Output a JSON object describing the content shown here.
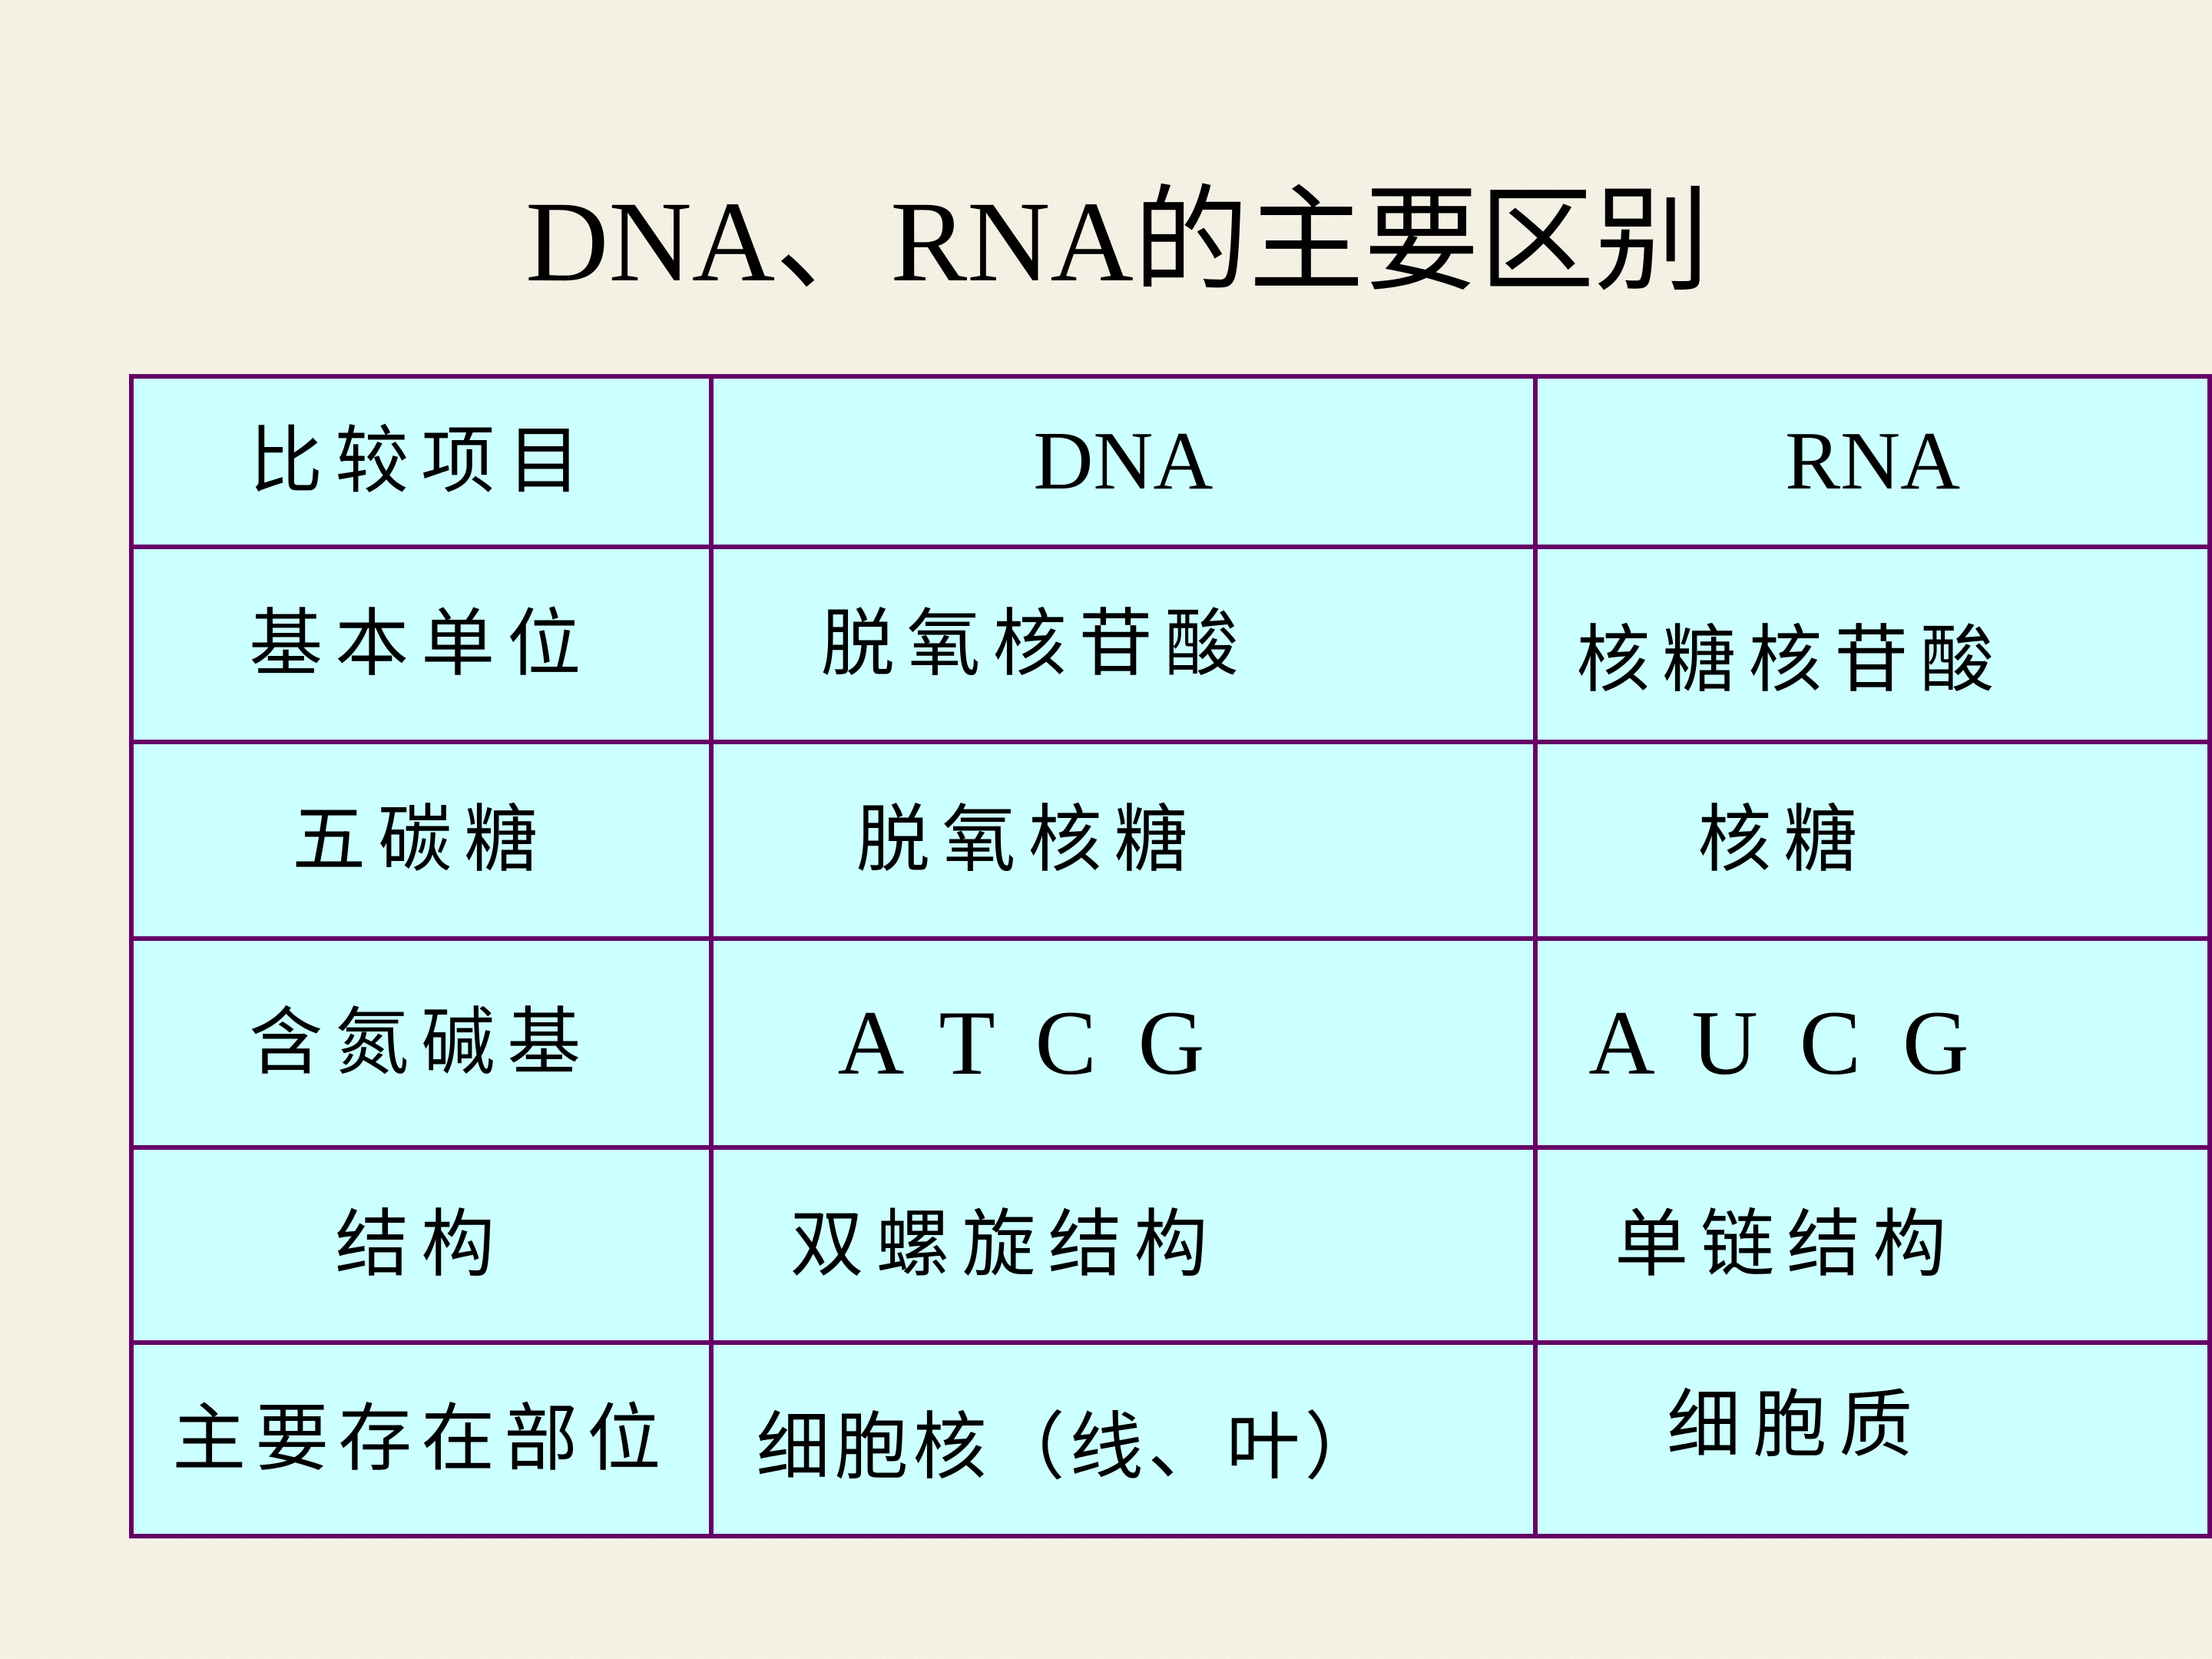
{
  "title": "DNA、RNA的主要区别",
  "table": {
    "header": {
      "item": "比较项目",
      "dna": "DNA",
      "rna": "RNA"
    },
    "rows": [
      {
        "item": "基本单位",
        "dna": "脱氧核苷酸",
        "rna": "核糖核苷酸"
      },
      {
        "item": "五碳糖",
        "dna": "脱氧核糖",
        "rna": "核糖"
      },
      {
        "item": "含氮碱基",
        "dna": "A T C G",
        "rna": "A U C G"
      },
      {
        "item": "结构",
        "dna": "双螺旋结构",
        "rna": "单链结构"
      },
      {
        "item": "主要存在部位",
        "dna": "细胞核（线、叶）",
        "rna": "细胞质"
      }
    ]
  }
}
